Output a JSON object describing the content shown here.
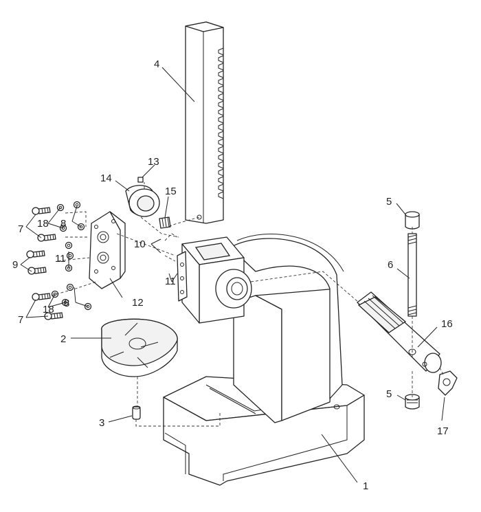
{
  "colors": {
    "line": "#222222",
    "background": "#ffffff"
  },
  "labels": [
    {
      "id": "p1",
      "text": "1"
    },
    {
      "id": "p2",
      "text": "2"
    },
    {
      "id": "p3",
      "text": "3"
    },
    {
      "id": "p4",
      "text": "4"
    },
    {
      "id": "p5a",
      "text": "5"
    },
    {
      "id": "p5b",
      "text": "5"
    },
    {
      "id": "p6",
      "text": "6"
    },
    {
      "id": "p7a",
      "text": "7"
    },
    {
      "id": "p7b",
      "text": "7"
    },
    {
      "id": "p8a",
      "text": "8"
    },
    {
      "id": "p8b",
      "text": "8"
    },
    {
      "id": "p9",
      "text": "9"
    },
    {
      "id": "p10",
      "text": "10"
    },
    {
      "id": "p11a",
      "text": "11"
    },
    {
      "id": "p11b",
      "text": "11"
    },
    {
      "id": "p12",
      "text": "12"
    },
    {
      "id": "p13",
      "text": "13"
    },
    {
      "id": "p14",
      "text": "14"
    },
    {
      "id": "p15",
      "text": "15"
    },
    {
      "id": "p16",
      "text": "16"
    },
    {
      "id": "p17",
      "text": "17"
    },
    {
      "id": "p18a",
      "text": "18"
    },
    {
      "id": "p18b",
      "text": "18"
    }
  ]
}
